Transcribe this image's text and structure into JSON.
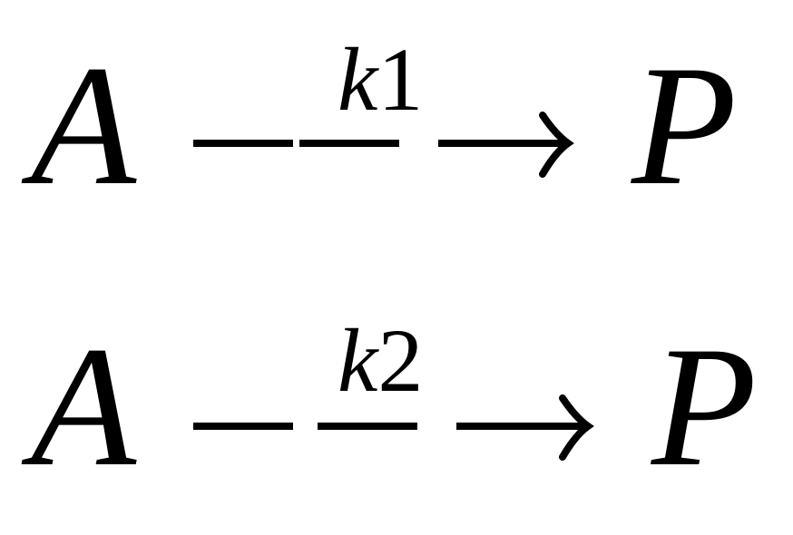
{
  "reactions": [
    {
      "reactant": "A",
      "rate_symbol": "k",
      "rate_index": "1",
      "product": "P"
    },
    {
      "reactant": "A",
      "rate_symbol": "k",
      "rate_index": "2",
      "product": "P"
    }
  ]
}
